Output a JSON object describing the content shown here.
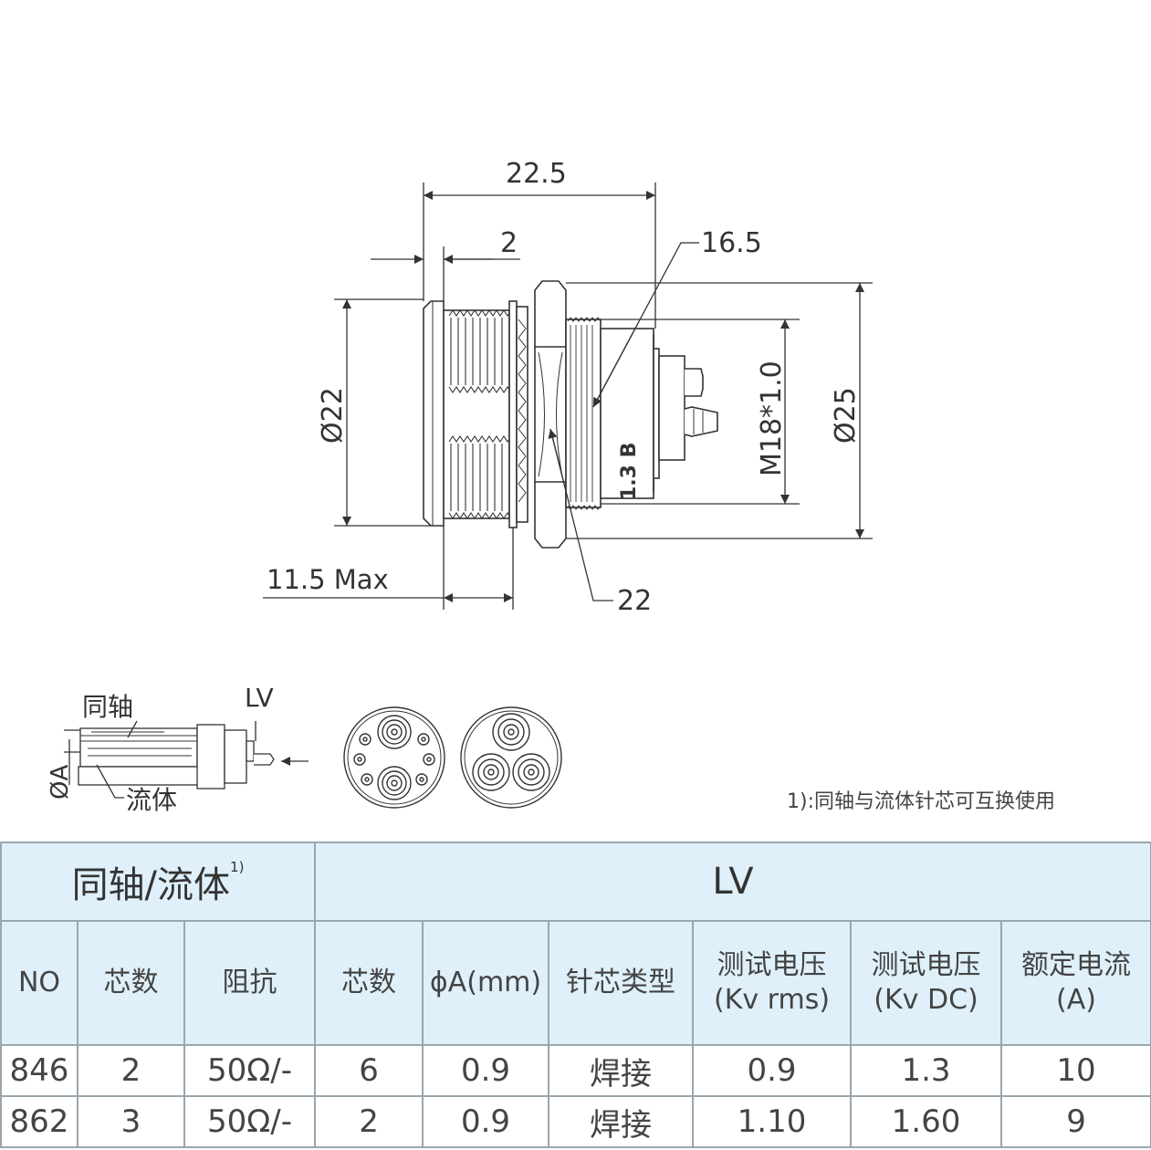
{
  "dimensions": {
    "overall_length": "22.5",
    "flange_thickness": "2",
    "hex_across": "16.5",
    "flange_dia": "Ø22",
    "thread": "M18*1.0",
    "max_dia": "Ø25",
    "panel_max": "11.5 Max",
    "nut_across": "22",
    "engraving": "1.3 B"
  },
  "section_labels": {
    "coax": "同轴",
    "lv": "LV",
    "diameter_a": "ØA",
    "fluid": "流体"
  },
  "note": "1):同轴与流体针芯可互换使用",
  "table": {
    "group_left": "同轴/流体",
    "group_left_sup": "1)",
    "group_right": "LV",
    "headers": {
      "no": "NO",
      "cores_left": "芯数",
      "impedance": "阻抗",
      "cores_right": "芯数",
      "phi_a": "ϕA(mm)",
      "pin_type": "针芯类型",
      "test_v_rms_1": "测试电压",
      "test_v_rms_2": "(Kv rms)",
      "test_v_dc_1": "测试电压",
      "test_v_dc_2": "(Kv DC)",
      "rated_current_1": "额定电流",
      "rated_current_2": "(A)"
    },
    "rows": [
      {
        "no": "846",
        "cores_left": "2",
        "impedance": "50Ω/-",
        "cores_right": "6",
        "phi_a": "0.9",
        "pin_type": "焊接",
        "v_rms": "0.9",
        "v_dc": "1.3",
        "current": "10"
      },
      {
        "no": "862",
        "cores_left": "3",
        "impedance": "50Ω/-",
        "cores_right": "2",
        "phi_a": "0.9",
        "pin_type": "焊接",
        "v_rms": "1.10",
        "v_dc": "1.60",
        "current": "9"
      }
    ]
  }
}
